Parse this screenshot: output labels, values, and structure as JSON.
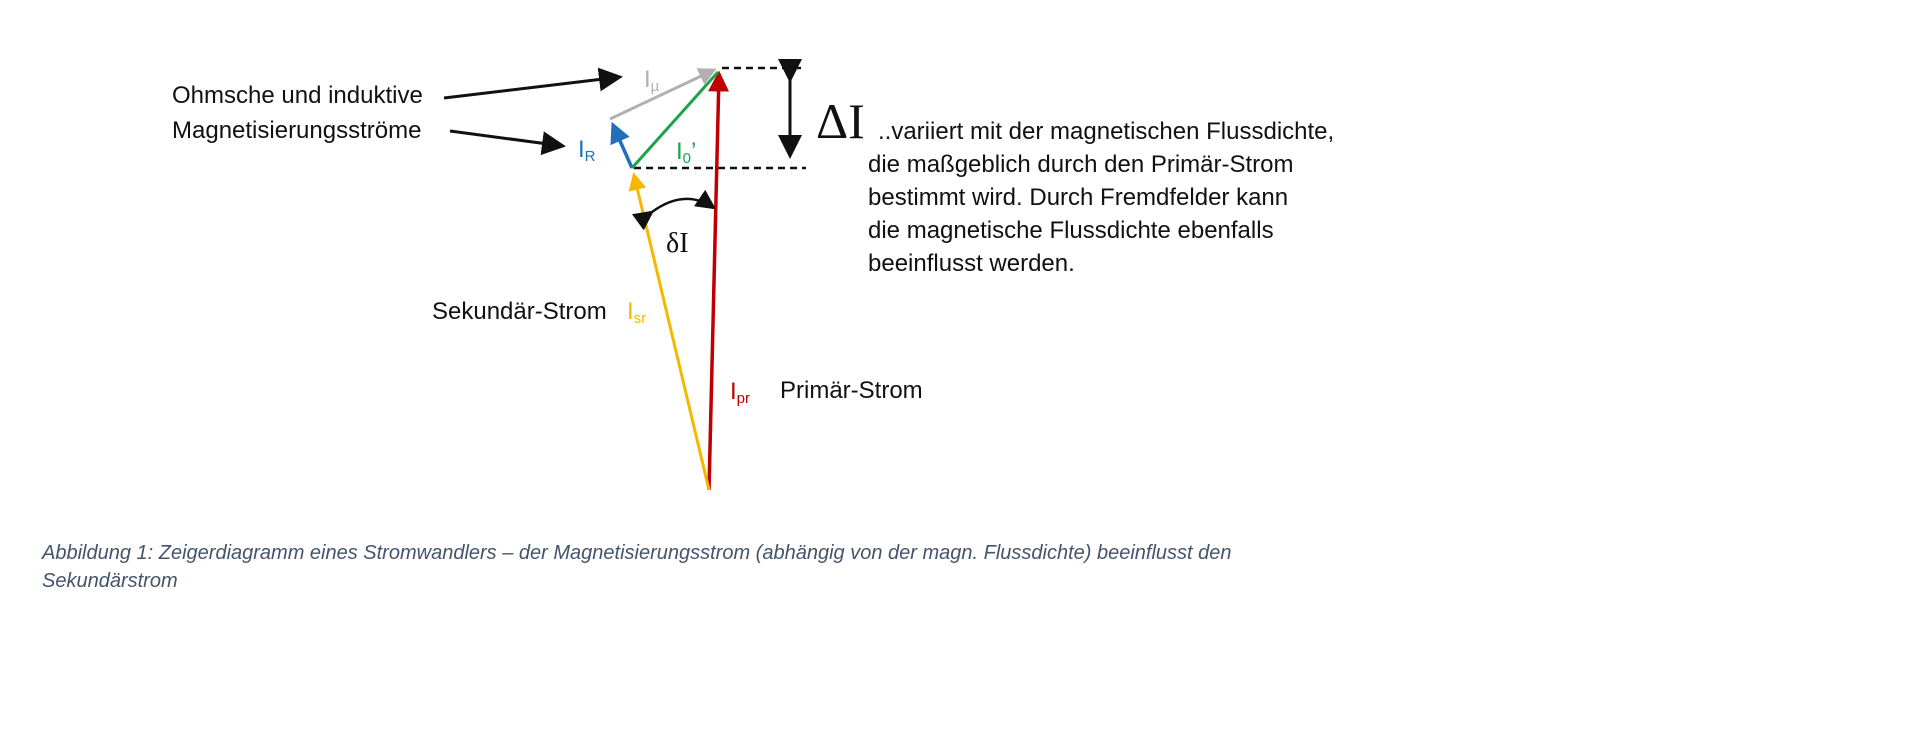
{
  "left_label": {
    "line1": "Ohmsche und induktive",
    "line2": "Magnetisierungsströme"
  },
  "vectors": {
    "mu": {
      "main": "I",
      "sub": "µ",
      "color": "#b0b0b0"
    },
    "r": {
      "main": "I",
      "sub": "R",
      "color": "#1f6fba"
    },
    "zero": {
      "main": "I",
      "sub": "0",
      "suffix": "’",
      "color": "#1aa34a"
    },
    "sr": {
      "main": "I",
      "sub": "sr",
      "color": "#f5b800"
    },
    "pr": {
      "main": "I",
      "sub": "pr",
      "color": "#c00000"
    }
  },
  "delta_symbol": "ΔI",
  "delta_small": "δI",
  "secondary_label": "Sekundär-Strom",
  "primary_label": "Primär-Strom",
  "explanation": [
    "..variiert mit der magnetischen Flussdichte,",
    "die maßgeblich durch den Primär-Strom",
    "bestimmt wird. Durch Fremdfelder kann",
    "die magnetische Flussdichte ebenfalls",
    "beeinflusst werden."
  ],
  "caption": {
    "line1": "Abbildung 1: Zeigerdiagramm eines Stromwandlers – der Magnetisierungsstrom (abhängig von der magn. Flussdichte) beeinflusst den",
    "line2": "Sekundärstrom"
  }
}
